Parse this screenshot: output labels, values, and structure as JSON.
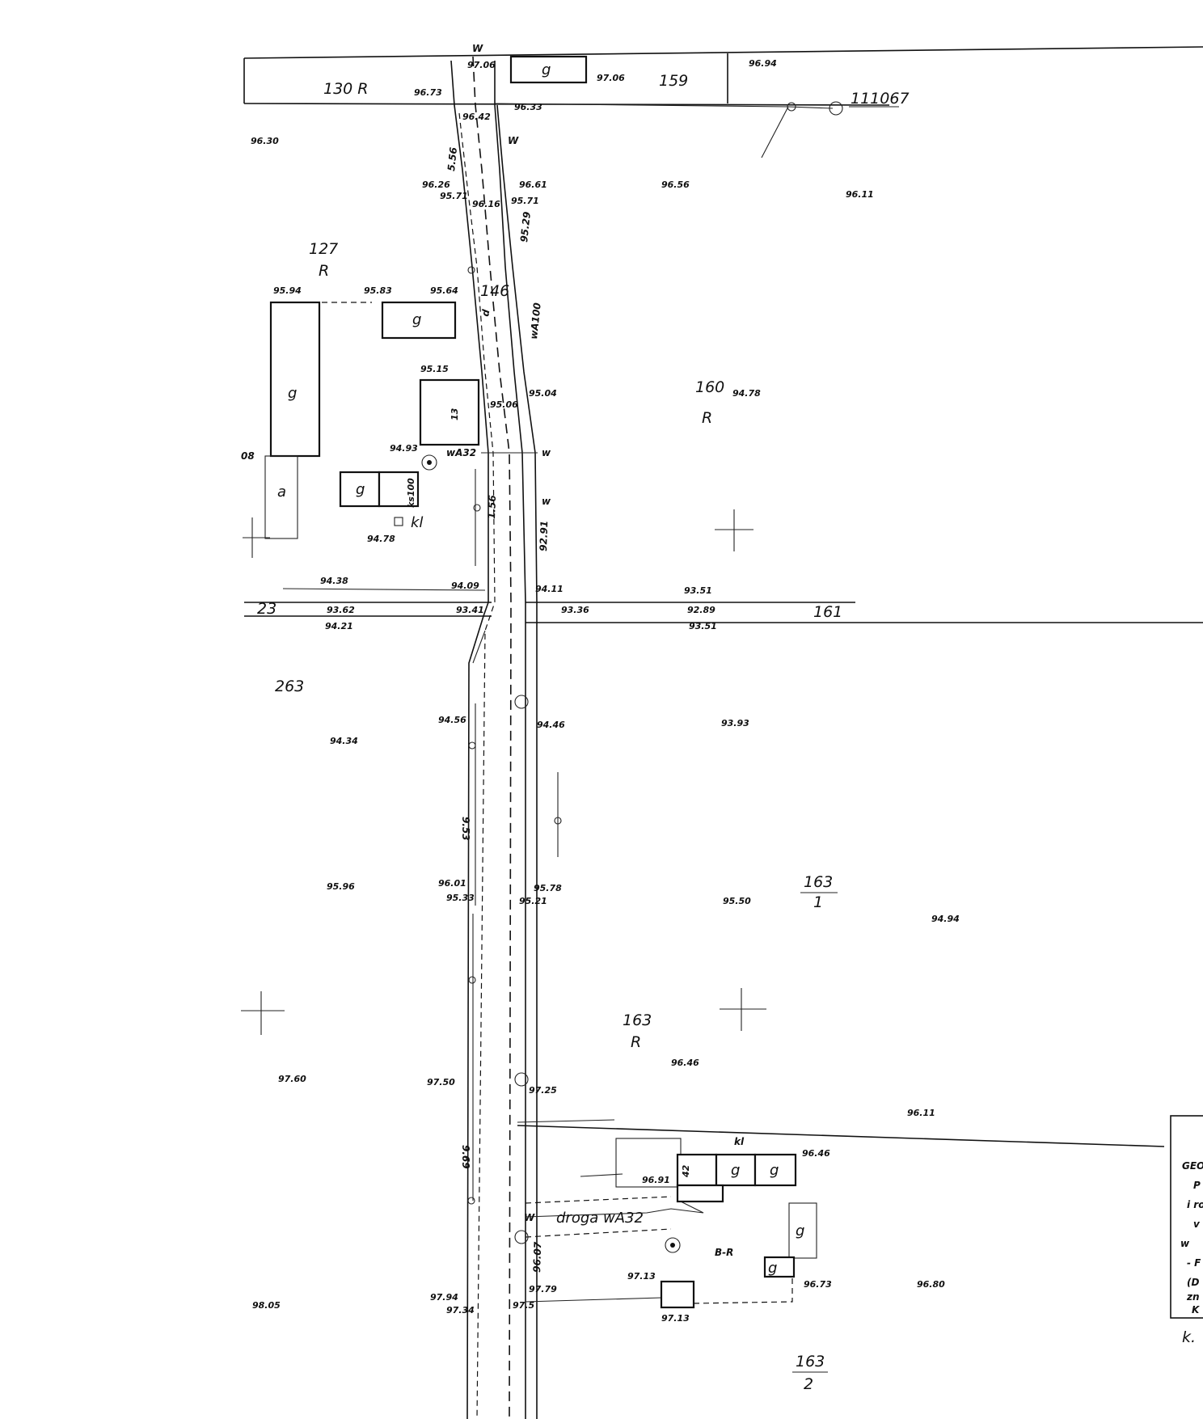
{
  "parcels": {
    "p130": "130 R",
    "p159": "159",
    "p127": "127",
    "p127r": "R",
    "p146": "146",
    "p160": "160",
    "p160r": "R",
    "p23": "23",
    "p161": "161",
    "p263": "263",
    "p163_1_num": "163",
    "p163_1_den": "1",
    "p163": "163",
    "p163r": "R",
    "p163_2_num": "163",
    "p163_2_den": "2",
    "p08": "08",
    "ref111067": "111067",
    "br": "B-R"
  },
  "buildings": {
    "g": "g",
    "a": "a",
    "kl": "kl",
    "drogaw": "droga wA32",
    "ks100": "ks100",
    "n13": "13",
    "n42": "42"
  },
  "utilities": {
    "wa100": "wA100",
    "wa32_top": "wA32",
    "w": "W",
    "w_small": "w",
    "d": "d",
    "len556": "5.56",
    "len9529": "95.29",
    "len9291": "92.91",
    "len156": "1.56",
    "len953": "9.53",
    "len969": "9.69",
    "len9607": "96.07"
  },
  "heights": {
    "h9706a": "97.06",
    "h9706b": "97.06",
    "h9694": "96.94",
    "h9673": "96.73",
    "h9642": "96.42",
    "h9633": "96.33",
    "h9630": "96.30",
    "h9626": "96.26",
    "h9571a": "95.71",
    "h9616": "96.16",
    "h9661": "96.61",
    "h9571b": "95.71",
    "h9656": "96.56",
    "h9611": "96.11",
    "h9594": "95.94",
    "h9583": "95.83",
    "h9564": "95.64",
    "h9515": "95.15",
    "h9506": "95.06",
    "h9504": "95.04",
    "h9478a": "94.78",
    "h9493": "94.93",
    "h9478b": "94.78",
    "h9438": "94.38",
    "h9409": "94.09",
    "h9411": "94.11",
    "h9351": "93.51",
    "h9362": "93.62",
    "h9341": "93.41",
    "h9336": "93.36",
    "h9289": "92.89",
    "h9421": "94.21",
    "h9351b": "93.51",
    "h9456": "94.56",
    "h9446": "94.46",
    "h9393": "93.93",
    "h9434": "94.34",
    "h9596": "95.96",
    "h9601": "96.01",
    "h9578": "95.78",
    "h9533": "95.33",
    "h9521": "95.21",
    "h9550": "95.50",
    "h9494": "94.94",
    "h9646": "96.46",
    "h9760": "97.60",
    "h9750": "97.50",
    "h9725": "97.25",
    "h9611b": "96.11",
    "h9646b": "96.46",
    "h9691": "96.91",
    "h9713": "97.13",
    "h9673b": "96.73",
    "h9680": "96.80",
    "h9805": "98.05",
    "h9794": "97.94",
    "h9734": "97.34",
    "h9779": "97.79",
    "h975": "97.5",
    "h9713b": "97.13"
  },
  "legend": {
    "line1": "GEO",
    "line2": "P",
    "line3": "i ro",
    "line4": "v",
    "line5": "w",
    "line6": "- F",
    "line7": "(D",
    "line8": "zn",
    "line9": "K",
    "sign": "k."
  }
}
